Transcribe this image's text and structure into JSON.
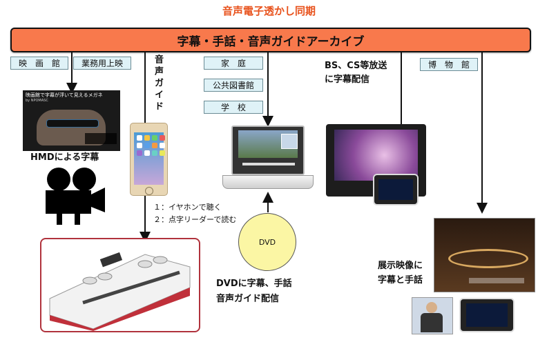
{
  "title": "音声電子透かし同期",
  "archive_label": "字幕・手話・音声ガイドアーカイブ",
  "venue_tags": {
    "theater": "映　画　館",
    "business": "業務用上映",
    "home": "家　庭",
    "library": "公共図書館",
    "school": "学　校",
    "museum": "博　物　館"
  },
  "hmd": {
    "screen_text": "映画館で字幕が浮いて見えるメガネ",
    "screen_sub": "by NPOMASC",
    "label": "HMDによる字幕"
  },
  "audio_guide": {
    "vertical_label": "音声ガイド",
    "notes": [
      "１：イヤホンで聴く",
      "２：点字リーダーで読む"
    ]
  },
  "broadcast_label": [
    "BS、CS等放送",
    "に字幕配信"
  ],
  "dvd": {
    "disc_label": "DVD",
    "caption": [
      "DVDに字幕、手話",
      "音声ガイド配信"
    ]
  },
  "exhibit_label": [
    "展示映像に",
    "字幕と手話"
  ],
  "colors": {
    "title": "#e8521c",
    "archive_bar": "#f8794c",
    "tag_bg": "#dff2f7",
    "dvd_disc": "#fbf6a4",
    "braille_frame": "#b0323c"
  }
}
